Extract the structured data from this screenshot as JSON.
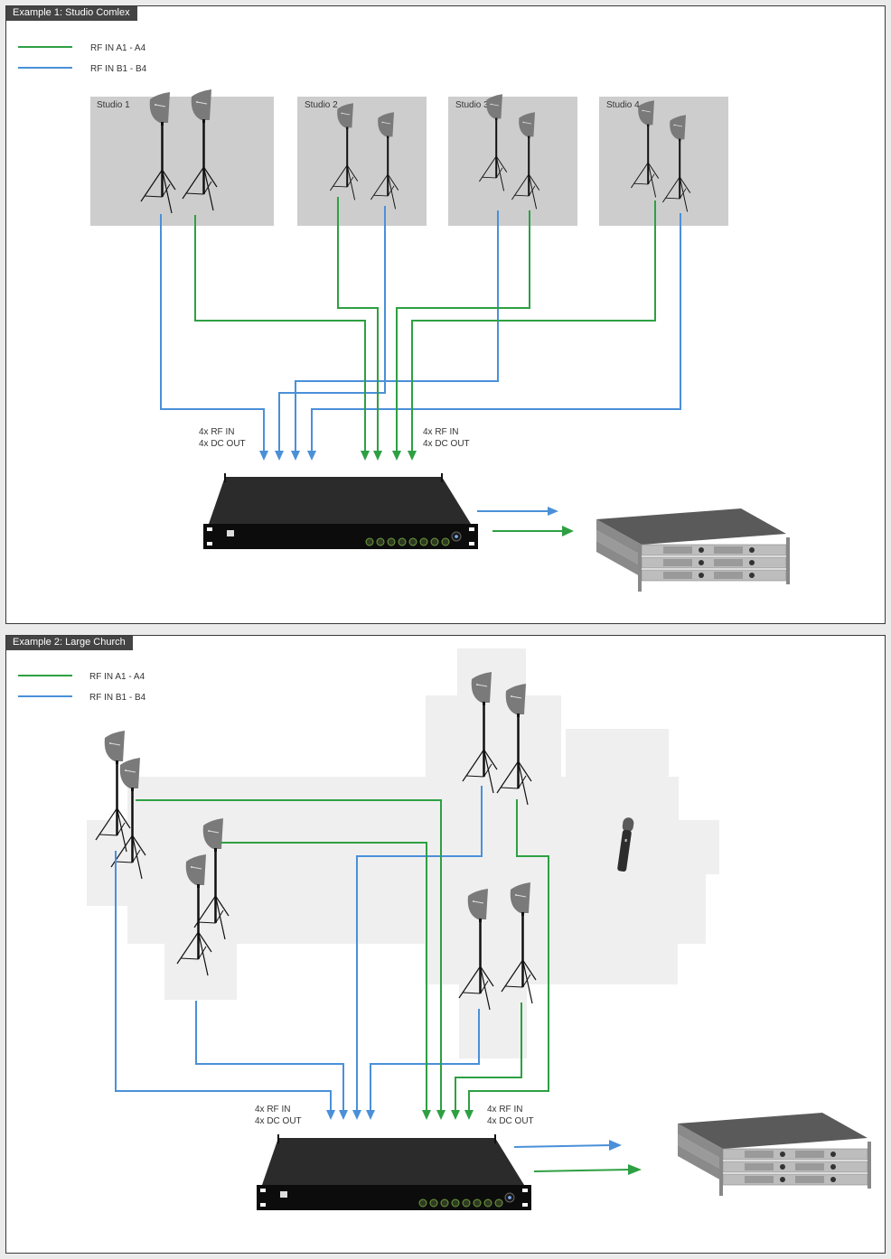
{
  "colors": {
    "green": "#2ea043",
    "blue": "#4a90d9",
    "room_gray": "#cdcdcd",
    "church_gray": "#efefef",
    "panel_tag_bg": "#444444"
  },
  "legend": {
    "green_label": "RF IN A1 - A4",
    "blue_label": "RF IN B1 - B4"
  },
  "example1": {
    "title": "Example 1: Studio Comlex",
    "studios": [
      "Studio 1",
      "Studio 2",
      "Studio 3",
      "Studio 4"
    ],
    "left_port_label": [
      "4x RF IN",
      "4x DC OUT"
    ],
    "right_port_label": [
      "4x RF IN",
      "4x DC OUT"
    ],
    "device": "antenna distributor (rack unit)",
    "receivers": "3x stacked rack receivers"
  },
  "example2": {
    "title": "Example 2: Large Church",
    "left_port_label": [
      "4x RF IN",
      "4x DC OUT"
    ],
    "right_port_label": [
      "4x RF IN",
      "4x DC OUT"
    ],
    "device": "antenna distributor (rack unit)",
    "receivers": "3x stacked rack receivers"
  }
}
